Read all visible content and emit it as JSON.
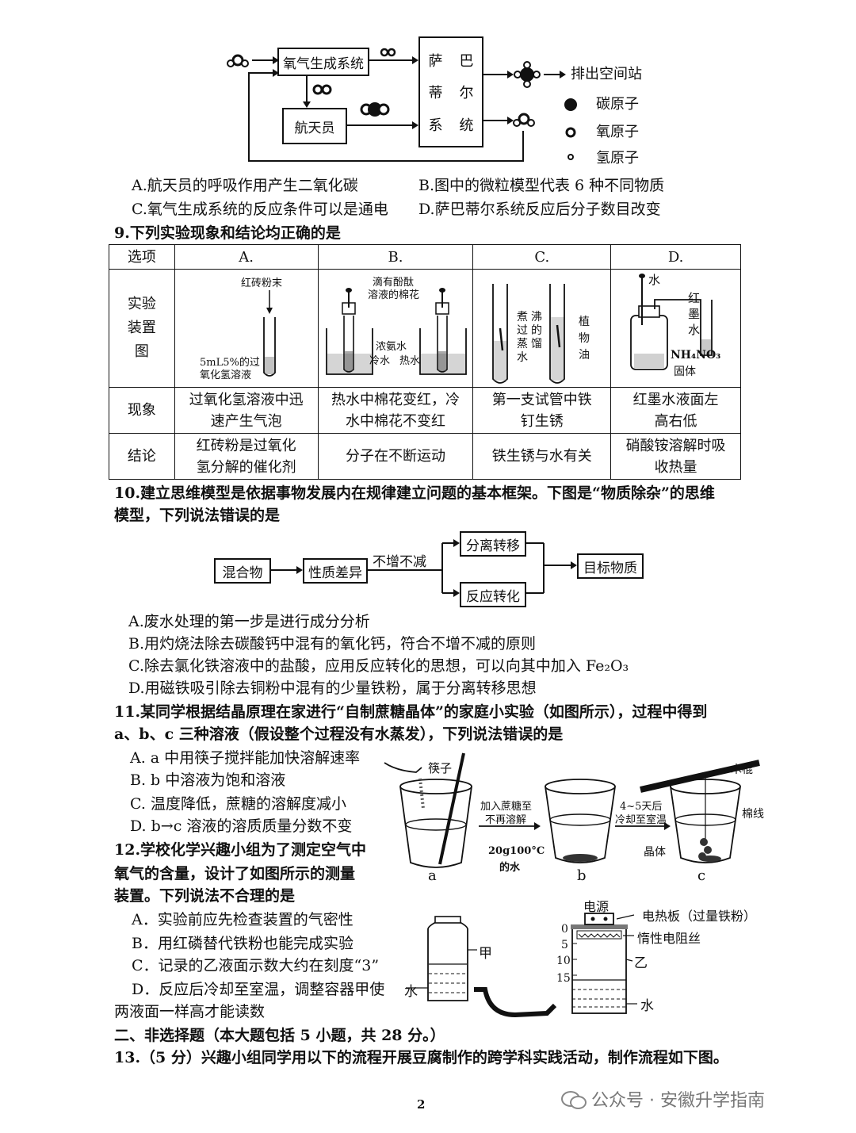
{
  "q8": {
    "flow": {
      "oxygen_system": "氧气生成系统",
      "astronaut": "航天员",
      "sabatier_chars": [
        "萨",
        "巴",
        "蒂",
        "尔",
        "系",
        "统"
      ],
      "exit_label": "排出空间站"
    },
    "legend": [
      "碳原子",
      "氧原子",
      "氢原子"
    ],
    "options": {
      "A": "A.航天员的呼吸作用产生二氧化碳",
      "B": "B.图中的微粒模型代表 6 种不同物质",
      "C": "C.氧气生成系统的反应条件可以是通电",
      "D": "D.萨巴蒂尔系统反应后分子数目改变"
    }
  },
  "q9": {
    "stem": "9.下列实验现象和结论均正确的是",
    "header": [
      "选项",
      "A.",
      "B.",
      "C.",
      "D."
    ],
    "row_labels": [
      "实验装置图",
      "现象",
      "结论"
    ],
    "diagram_labels": {
      "A_powder": "红砖粉末",
      "A_solution_1": "5mL5%的过",
      "A_solution_2": "氧化氢溶液",
      "B_cotton_1": "滴有酚酞",
      "B_cotton_2": "溶液的棉花",
      "B_ammonia": "浓氨水",
      "B_cold": "冷水",
      "B_hot": "热水",
      "C_left_chars": [
        "煮",
        "沸",
        "过",
        "的",
        "蒸",
        "馏",
        "水"
      ],
      "C_right_chars": [
        "植",
        "物",
        "油"
      ],
      "D_water": "水",
      "D_ink_chars": [
        "红",
        "墨",
        "水"
      ],
      "D_nh4no3": "NH₄NO₃",
      "D_solid": "固体"
    },
    "phenomena": [
      "过氧化氢溶液中迅速产生气泡",
      "热水中棉花变红，冷水中棉花不变红",
      "第一支试管中铁钉生锈",
      "红墨水液面左高右低"
    ],
    "conclusions": [
      "红砖粉是过氧化氢分解的催化剂",
      "分子在不断运动",
      "铁生锈与水有关",
      "硝酸铵溶解时吸收热量"
    ]
  },
  "q10": {
    "stem_1": "10.建立思维模型是依据事物发展内在规律建立问题的基本框架。下图是“物质除杂”的思维",
    "stem_2": "模型，下列说法错误的是",
    "flow": {
      "mixture": "混合物",
      "property_diff": "性质差异",
      "principle": "不增不减",
      "separation": "分离转移",
      "reaction": "反应转化",
      "target": "目标物质"
    },
    "options": {
      "A": "A.废水处理的第一步是进行成分分析",
      "B": "B.用灼烧法除去碳酸钙中混有的氧化钙，符合不增不减的原则",
      "C": "C.除去氯化铁溶液中的盐酸，应用反应转化的思想，可以向其中加入 Fe₂O₃",
      "D": "D.用磁铁吸引除去铜粉中混有的少量铁粉，属于分离转移思想"
    }
  },
  "q11": {
    "stem_1": "11.某同学根据结晶原理在家进行“自制蔗糖晶体”的家庭小实验（如图所示），过程中得到",
    "stem_2": "a、b、c 三种溶液（假设整个过程没有水蒸发），下列说法错误的是",
    "options": {
      "A": "A. a 中用筷子搅拌能加快溶解速率",
      "B": "B. b 中溶液为饱和溶液",
      "C": "C. 温度降低，蔗糖的溶解度减小",
      "D": "D. b→c 溶液的溶质质量分数不变"
    },
    "figure": {
      "chopsticks": "筷子",
      "step1_1": "加入蔗糖至",
      "step1_2": "不再溶解",
      "water_1": "20g100°C",
      "water_2": "的水",
      "step2_1": "4~5天后",
      "step2_2": "冷却至室温",
      "stick": "木棍",
      "thread": "棉线",
      "crystal": "晶体",
      "cups": [
        "a",
        "b",
        "c"
      ]
    }
  },
  "q12": {
    "stem": [
      "12.学校化学兴趣小组为了测定空气中",
      "氧气的含量，设计了如图所示的测量",
      "装置。下列说法不合理的是"
    ],
    "options": {
      "A": "A．实验前应先检查装置的气密性",
      "B": "B．用红磷替代铁粉也能完成实验",
      "C": "C．记录的乙液面示数大约在刻度“3”",
      "D1": "D．反应后冷却至室温，调整容器甲使",
      "D2": "两液面一样高才能读数"
    },
    "figure": {
      "power": "电源",
      "heater": "电热板（过量铁粉）",
      "wire": "惰性电阻丝",
      "jia": "甲",
      "yi": "乙",
      "water_left": "水",
      "water_right": "水",
      "scale": [
        "0",
        "5",
        "10",
        "15"
      ]
    }
  },
  "section2": "二、非选择题（本大题包括 5 小题，共 28 分。）",
  "q13": "13.（5 分）兴趣小组同学用以下的流程开展豆腐制作的跨学科实践活动，制作流程如下图。",
  "page_number": "2",
  "watermark": "公众号 · 安徽升学指南"
}
